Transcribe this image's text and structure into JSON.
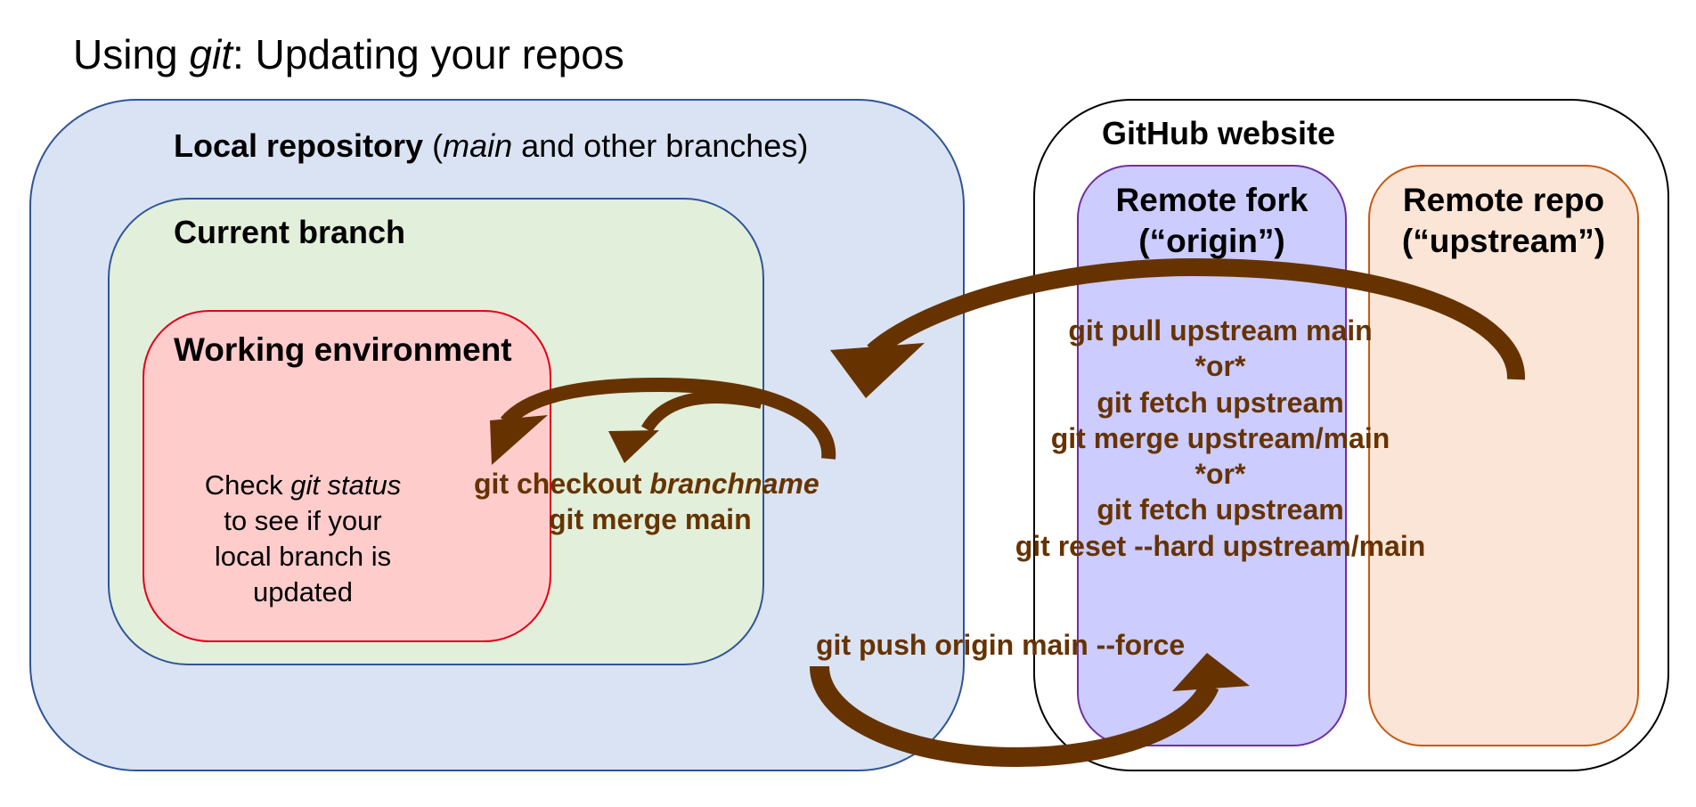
{
  "title": {
    "prefix": "Using ",
    "italic": "git",
    "suffix": ": Updating your repos"
  },
  "local_repo": {
    "label_bold": "Local repository",
    "label_open": " (",
    "label_italic": "main",
    "label_rest": " and other branches)"
  },
  "current_branch": {
    "label": "Current branch"
  },
  "working_env": {
    "label": "Working environment",
    "note_line1_prefix": "Check ",
    "note_line1_italic": "git status",
    "note_line2": "to see if your",
    "note_line3": "local branch is",
    "note_line4": "updated"
  },
  "github": {
    "label": "GitHub website"
  },
  "remote_fork": {
    "line1": "Remote fork",
    "line2": "(“origin”)"
  },
  "remote_repo": {
    "line1": "Remote repo",
    "line2": "(“upstream”)"
  },
  "commands": {
    "checkout_prefix": "git checkout ",
    "checkout_italic": "branchname",
    "merge_main": "git merge main",
    "pull_lines": [
      "git pull upstream main",
      "*or*",
      "git fetch upstream",
      "git merge upstream/main",
      "*or*",
      "git fetch upstream",
      "git reset --hard upstream/main"
    ],
    "push": "git push origin main --force"
  },
  "colors": {
    "local_fill": "#dae3f3",
    "local_border": "#2f5597",
    "branch_fill": "#e2efda",
    "branch_border": "#2f5597",
    "work_fill": "#ffcccc",
    "work_border": "#e0001b",
    "fork_fill": "#ccccff",
    "fork_border": "#7030a0",
    "repo_fill": "#fbe5d6",
    "repo_border": "#c55a11",
    "arrow": "#663300",
    "command_text": "#663300"
  }
}
